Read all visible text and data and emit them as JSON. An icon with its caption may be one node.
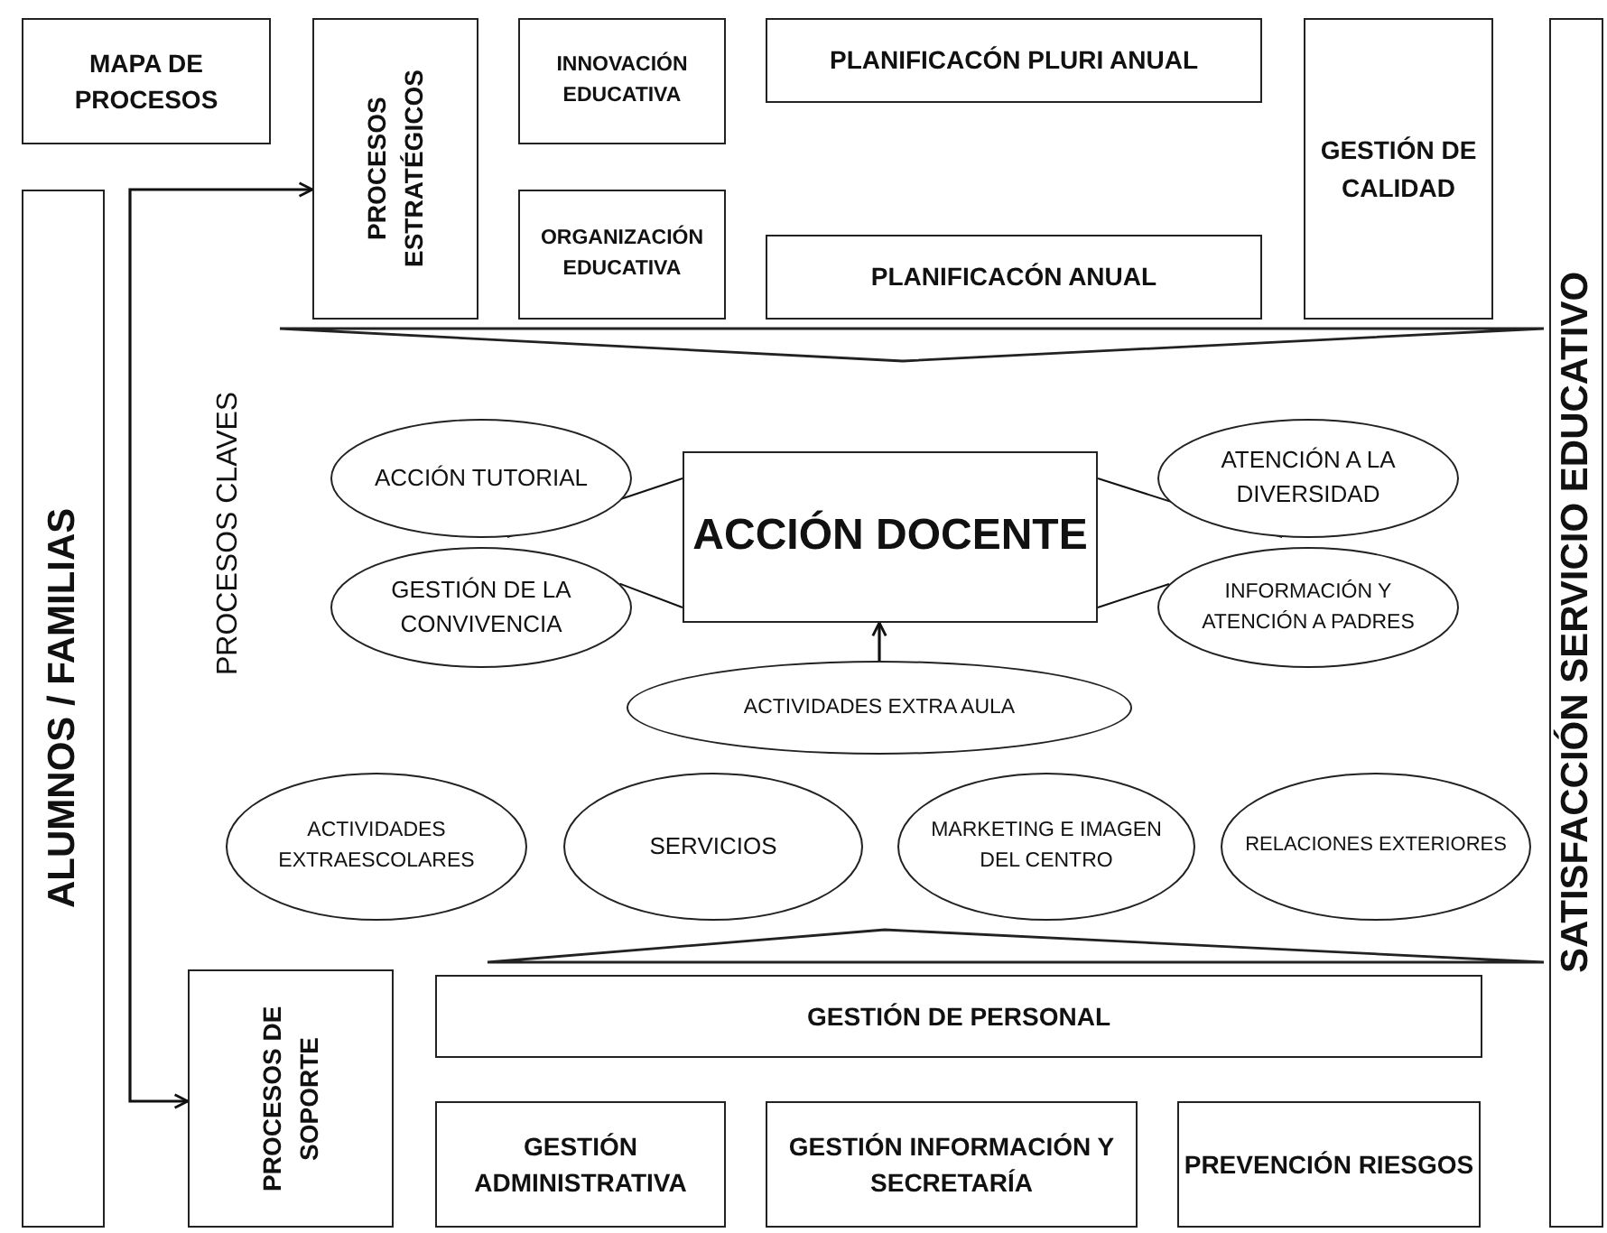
{
  "diagram": {
    "nodes": [
      {
        "text": [
          "MAPA DE PROCESOS"
        ]
      },
      {
        "text": [
          "ALUMNOS / FAMILIAS"
        ]
      },
      {
        "text": [
          "PROCESOS ESTRATÉGICOS"
        ]
      },
      {
        "text": [
          "INNOVACIÓN EDUCATIVA"
        ]
      },
      {
        "text": [
          "ORGANIZACIÓN EDUCATIVA"
        ]
      },
      {
        "text": [
          "PLANIFICACÓN PLURI ANUAL"
        ]
      },
      {
        "text": [
          "PLANIFICACÓN ANUAL"
        ]
      },
      {
        "text": [
          "GESTIÓN DE CALIDAD"
        ]
      },
      {
        "text": [
          "SATISFACCIÓN SERVICIO EDUCATIVO"
        ]
      },
      {
        "text": [
          "ACCIÓN TUTORIAL"
        ]
      },
      {
        "text": [
          "GESTIÓN DE LA CONVIVENCIA"
        ]
      },
      {
        "text": [
          "ACCIÓN DOCENTE"
        ]
      },
      {
        "text": [
          "ATENCIÓN A LA DIVERSIDAD"
        ]
      },
      {
        "text": [
          "INFORMACIÓN Y ATENCIÓN A PADRES"
        ]
      },
      {
        "text": [
          "ACTIVIDADES EXTRA AULA"
        ]
      },
      {
        "text": [
          "ACTIVIDADES EXTRAESCOLARES"
        ]
      },
      {
        "text": [
          "SERVICIOS"
        ]
      },
      {
        "text": [
          "MARKETING E IMAGEN DEL CENTRO"
        ]
      },
      {
        "text": [
          "RELACIONES EXTERIORES"
        ]
      },
      {
        "text": [
          "PROCESOS DE SOPORTE"
        ]
      },
      {
        "text": [
          "GESTIÓN DE PERSONAL"
        ]
      },
      {
        "text": [
          "GESTIÓN ADMINISTRATIVA"
        ]
      },
      {
        "text": [
          "GESTIÓN INFORMACIÓN Y SECRETARÍA"
        ]
      },
      {
        "text": [
          "PREVENCIÓN RIESGOS"
        ]
      },
      {
        "text": [],
        "shape": "chevron"
      },
      {
        "text": [],
        "shape": "chevron"
      }
    ],
    "edges": [
      {
        "from": null,
        "to": 2,
        "arrow": "to"
      },
      {
        "from": null,
        "to": 19,
        "arrow": "to"
      },
      {
        "from": 11,
        "to": 9,
        "arrow": "none"
      },
      {
        "from": 11,
        "to": 10,
        "arrow": "none"
      },
      {
        "from": 11,
        "to": 12,
        "arrow": "none"
      },
      {
        "from": 11,
        "to": 13,
        "arrow": "none"
      },
      {
        "from": 14,
        "to": 11,
        "arrow": "to"
      }
    ],
    "labels": [
      "PROCESOS CLAVES"
    ]
  }
}
